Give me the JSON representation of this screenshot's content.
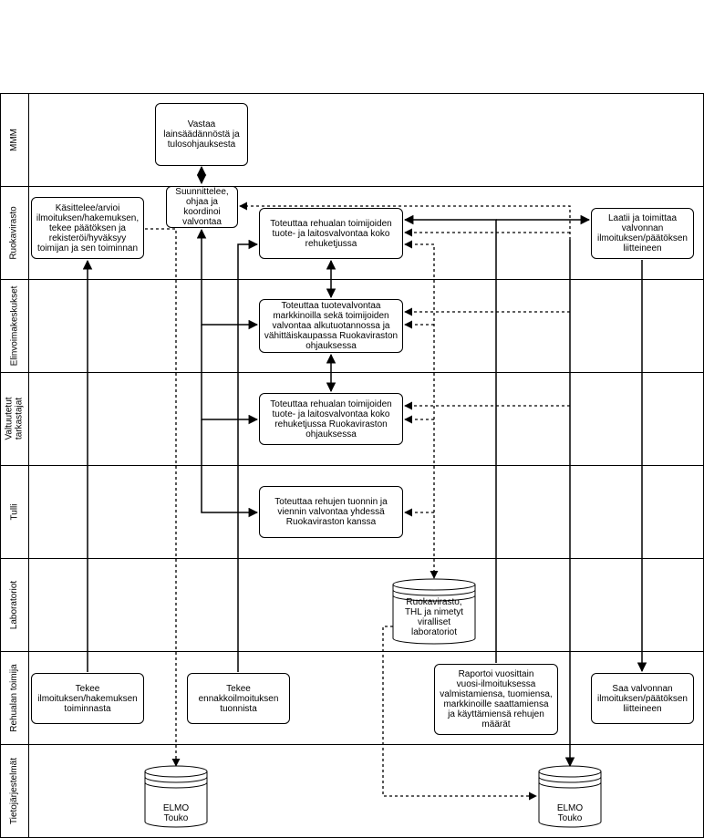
{
  "lanes": [
    {
      "id": "mmm",
      "label": "MMM"
    },
    {
      "id": "ruokavirasto",
      "label": "Ruokavirasto"
    },
    {
      "id": "elinvoimakeskukset",
      "label": "Elinvoimakeskukset"
    },
    {
      "id": "valtuutetut",
      "label": "Valtuutetut\ntarkastajat"
    },
    {
      "id": "tulli",
      "label": "Tulli"
    },
    {
      "id": "laboratoriot",
      "label": "Laboratoriot"
    },
    {
      "id": "rehualan-toimija",
      "label": "Rehualan toimija"
    },
    {
      "id": "tietojarjestelmat",
      "label": "Tietojärjestelmät"
    }
  ],
  "nodes": {
    "mmm_vastaa": "Vastaa\nlainsäädännöstä ja\ntulosohjauksesta",
    "rv_suunnittelee": "Suunnittelee,\nohjaa ja\nkoordinoi\nvalvontaa",
    "rv_kasittelee": "Käsittelee/arvioi\nilmoituksen/hakemuksen,\ntekee päätöksen ja\nrekisteröi/hyväksyy\ntoimijan ja sen toiminnan",
    "rv_toteuttaa": "Toteuttaa rehualan toimijoiden\ntuote- ja laitosvalvontaa koko\nrehuketjussa",
    "rv_laatii": "Laatii ja toimittaa\nvalvonnan\nilmoituksen/päätöksen\nliitteineen",
    "ely_toteuttaa": "Toteuttaa tuotevalvontaa\nmarkkinoilla sekä toimijoiden\nvalvontaa alkutuotannossa ja\nvähittäiskaupassa Ruokaviraston\nohjauksessa",
    "vt_toteuttaa": "Toteuttaa rehualan toimijoiden\ntuote- ja laitosvalvontaa koko\nrehuketjussa Ruokaviraston\nohjauksessa",
    "tulli_toteuttaa": "Toteuttaa rehujen tuonnin ja\nviennin valvontaa yhdessä\nRuokaviraston kanssa",
    "lab_db": "Ruokavirasto,\nTHL ja nimetyt\nviralliset\nlaboratoriot",
    "rt_tekee_ilm": "Tekee\nilmoituksen/hakemuksen\ntoiminnasta",
    "rt_tekee_ennakko": "Tekee\nennakkoilmoituksen\ntuonnista",
    "rt_raportoi": "Raportoi vuosittain\nvuosi-ilmoituksessa\nvalmistamiensa, tuomiensa,\nmarkkinoille saattamiensa\nja käyttämiensä rehujen\nmäärät",
    "rt_saa": "Saa valvonnan\nilmoituksen/päätöksen\nliitteineen",
    "elmo1": "ELMO\nTouko",
    "elmo2": "ELMO\nTouko"
  }
}
